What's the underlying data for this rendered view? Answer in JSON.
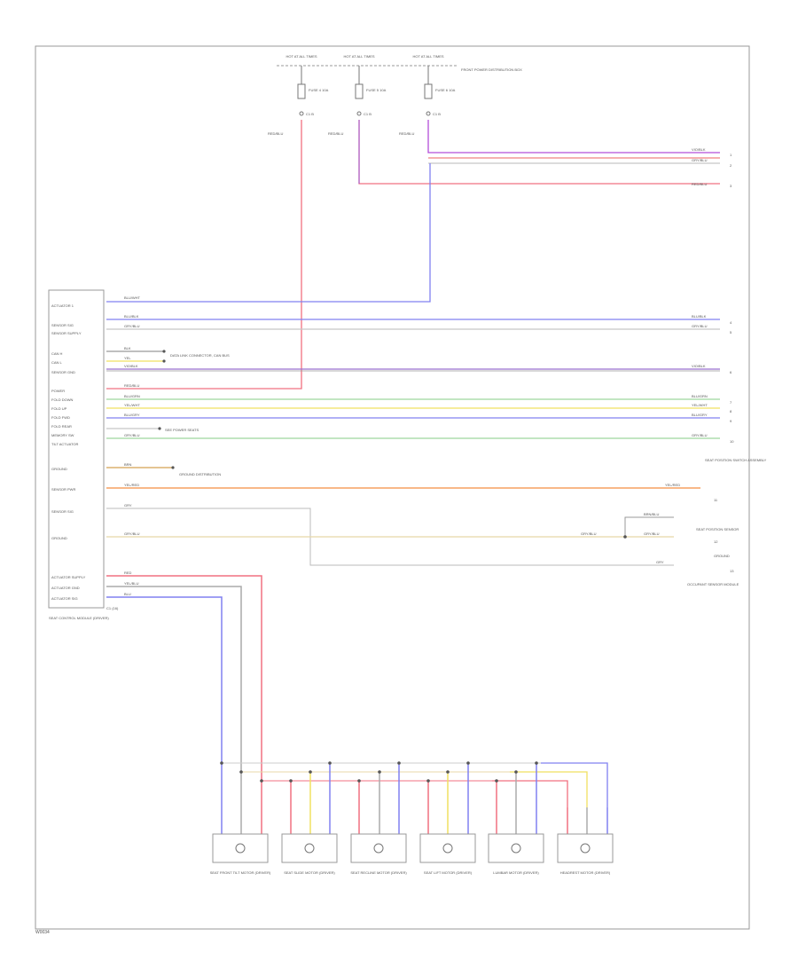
{
  "fuses": [
    {
      "top": "HOT AT ALL TIMES",
      "label": "FUSE 4 10A",
      "splice": "C1 B"
    },
    {
      "top": "HOT AT ALL TIMES",
      "label": "FUSE 5 10A",
      "splice": "C1 B"
    },
    {
      "top": "HOT AT ALL TIMES",
      "label": "FUSE 6 10A",
      "splice": "C1 B"
    }
  ],
  "fuse_box_label": "FRONT POWER DISTRIBUTION BOX",
  "fuse_wires": [
    "RED/BLU",
    "RED/BLU",
    "RED/BLU"
  ],
  "module": {
    "pins": [
      "ACTUATOR 1",
      "SENSOR SIG",
      "SENSOR SUPPLY",
      "CAN H",
      "CAN L",
      "SENSOR GND",
      "POWER",
      "FOLD DOWN",
      "FOLD UP",
      "FOLD FWD",
      "FOLD REAR",
      "MEMORY SW",
      "TILT ACTUATOR",
      "GROUND",
      "SENSOR PWR",
      "SENSOR SIG",
      "GROUND",
      "ACTUATOR SUPPLY",
      "ACTUATOR GND",
      "ACTUATOR SIG"
    ],
    "name": "SEAT CONTROL MODULE (DRIVER)",
    "connector": "C1 (16)"
  },
  "wires": {
    "top_blue": "BLU/WHT",
    "gray_pair": [
      "BLU/BLK",
      "GRY/BLU"
    ],
    "can_pair": [
      "BLK",
      "YEL"
    ],
    "can_note": "DATA LINK CONNECTOR, CAN BUS",
    "purple": "VIO/BLK",
    "red_pwr": "RED/BLU",
    "green1": "BLU/GRN",
    "yellow1": "YEL/WHT",
    "blue1": "BLU/GRY",
    "green2": "GRY/BLU",
    "pkg_note": "SEE POWER SEATS",
    "brown": "BRN",
    "brown_note": "GROUND DISTRIBUTION",
    "orange": "YEL/RED",
    "gray_sig": "GRY",
    "tan_left": "GRY/BLU",
    "tan_right": "GRY/BLU",
    "gray_bottom": "GRY",
    "tan_splice": "BRN/BLU",
    "bottom_red": "RED",
    "bottom_tan": "YEL/BLU",
    "bottom_blue": "BLU"
  },
  "right_tags": {
    "t1": "1",
    "t2": "2",
    "t3": "3",
    "t4": "4",
    "t5": "5",
    "t6": "6",
    "t7": "7",
    "t8": "8",
    "t9": "9",
    "t10": "10",
    "t11": "11",
    "t12": "12",
    "t13": "13"
  },
  "right_notes": {
    "switch": "SEAT POSITION SWITCH ASSEMBLY",
    "sensor": "SEAT POSITION SENSOR",
    "ground": "GROUND",
    "bottom": "OCCUPANT SENSOR MODULE"
  },
  "motors": [
    {
      "name": "SEAT FRONT TILT MOTOR (DRIVER)"
    },
    {
      "name": "SEAT SLIDE MOTOR (DRIVER)"
    },
    {
      "name": "SEAT RECLINE MOTOR (DRIVER)"
    },
    {
      "name": "SEAT LIFT MOTOR (DRIVER)"
    },
    {
      "name": "LUMBAR MOTOR (DRIVER)"
    },
    {
      "name": "HEADREST MOTOR (DRIVER)"
    }
  ],
  "footer_id": "W0034"
}
